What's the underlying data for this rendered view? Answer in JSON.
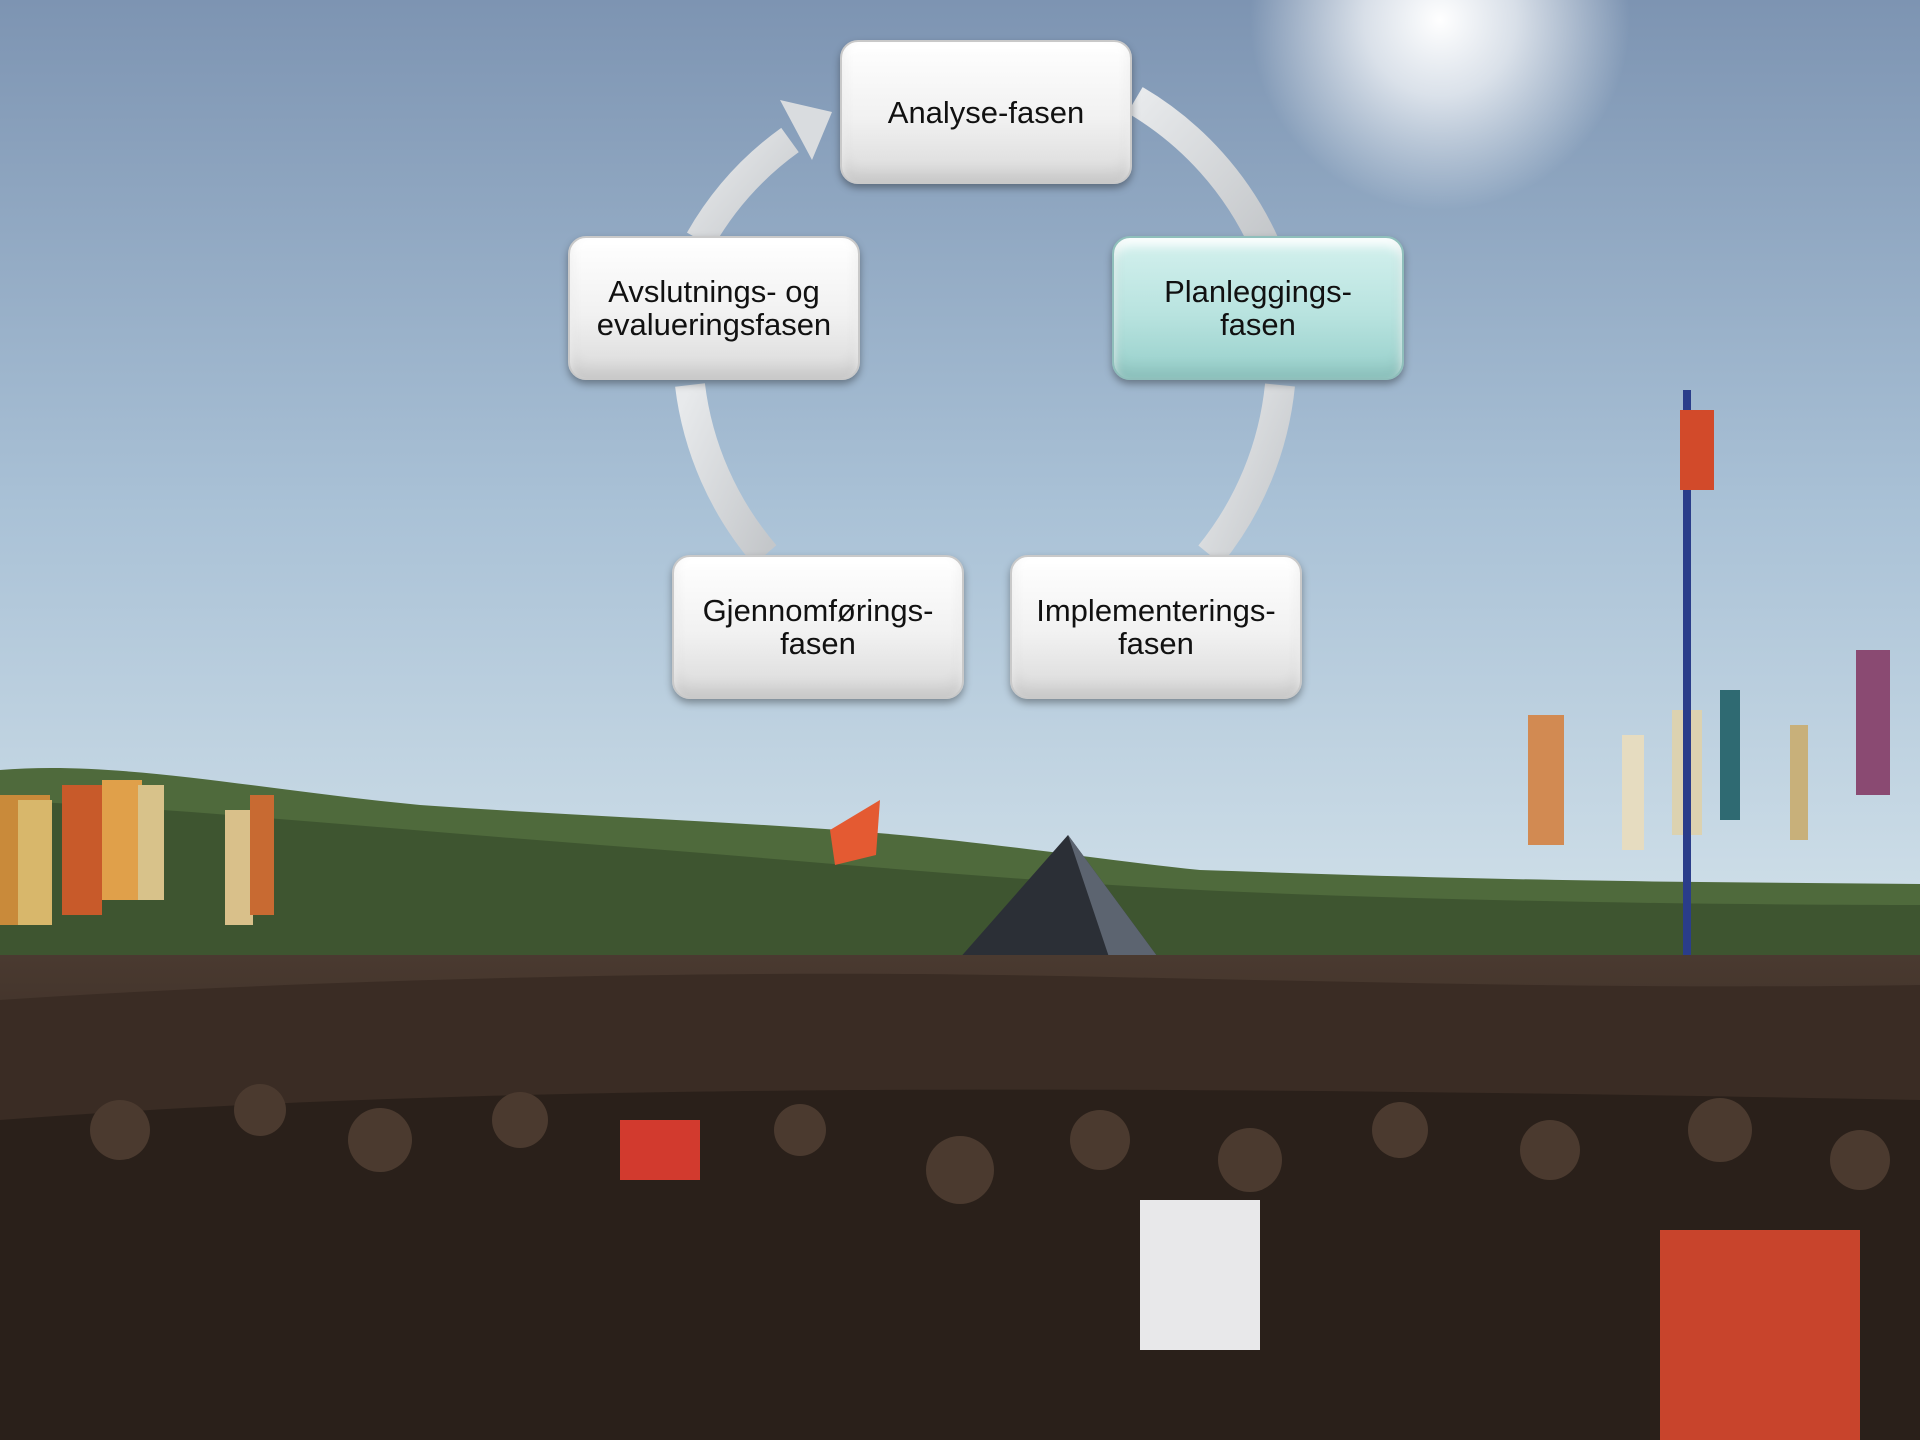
{
  "diagram": {
    "type": "cycle",
    "nodes": [
      {
        "label": "Analyse-fasen",
        "active": false
      },
      {
        "label": "Planleggings-\nfasen",
        "active": true
      },
      {
        "label": "Implementerings-\nfasen",
        "active": false
      },
      {
        "label": "Gjennomførings-\nfasen",
        "active": false
      },
      {
        "label": "Avslutnings- og\nevalueringsfasen",
        "active": false
      }
    ]
  },
  "colors": {
    "sky_top": "#7d94b2",
    "sky_horizon": "#e2ecf2",
    "active_node": "#b8e3df",
    "ring": "#d6d8da"
  }
}
